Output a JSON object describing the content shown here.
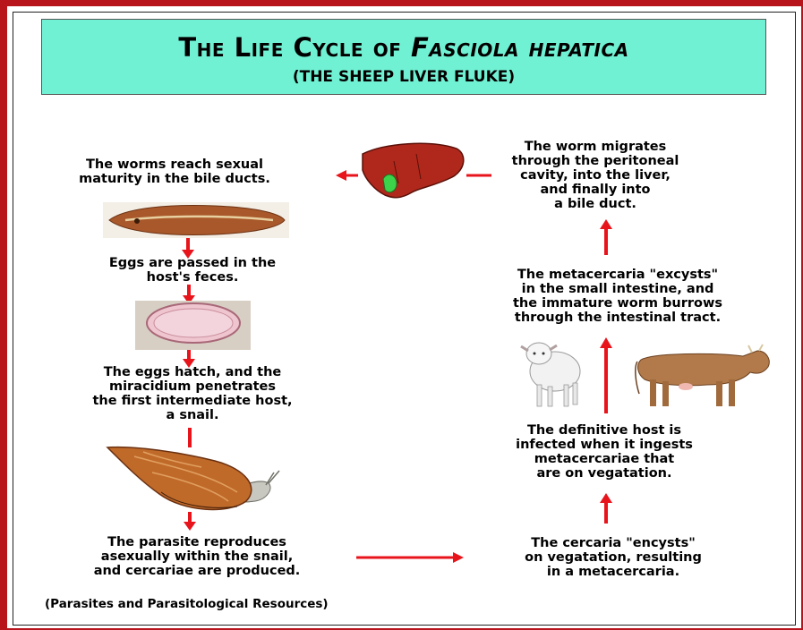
{
  "title": {
    "prefix": "The Life Cycle of",
    "genus": "Fasciola hepatica",
    "subtitle": "(THE SHEEP LIVER FLUKE)"
  },
  "steps": {
    "maturity": "The worms reach sexual\nmaturity in the bile ducts.",
    "eggs_passed": "Eggs are passed in the\nhost's feces.",
    "hatch": "The eggs hatch, and the\nmiracidium penetrates\nthe first intermediate host,\na snail.",
    "reproduce": "The parasite reproduces\nasexually within the snail,\nand cercariae are produced.",
    "encysts": "The cercaria \"encysts\"\non vegatation, resulting\nin a metacercaria.",
    "definitive_host": "The definitive host is\ninfected when it ingests\nmetacercariae that\nare on vegatation.",
    "excysts": "The metacercaria \"excysts\"\nin the small intestine, and\nthe immature worm burrows\nthrough the intestinal tract.",
    "migrates": "The worm migrates\nthrough the peritoneal\ncavity, into the liver,\nand finally into\na bile duct."
  },
  "source": "(Parasites and Parasitological Resources)",
  "colors": {
    "frame": "#b8141c",
    "title_background": "#71f1d3",
    "arrow": "#e8141c",
    "liver": "#b0281c",
    "gallbladder": "#3cd24a"
  },
  "pictures": [
    "liver-icon",
    "fluke-worm-icon",
    "egg-icon",
    "snail-icon",
    "sheep-icon",
    "cow-icon"
  ]
}
